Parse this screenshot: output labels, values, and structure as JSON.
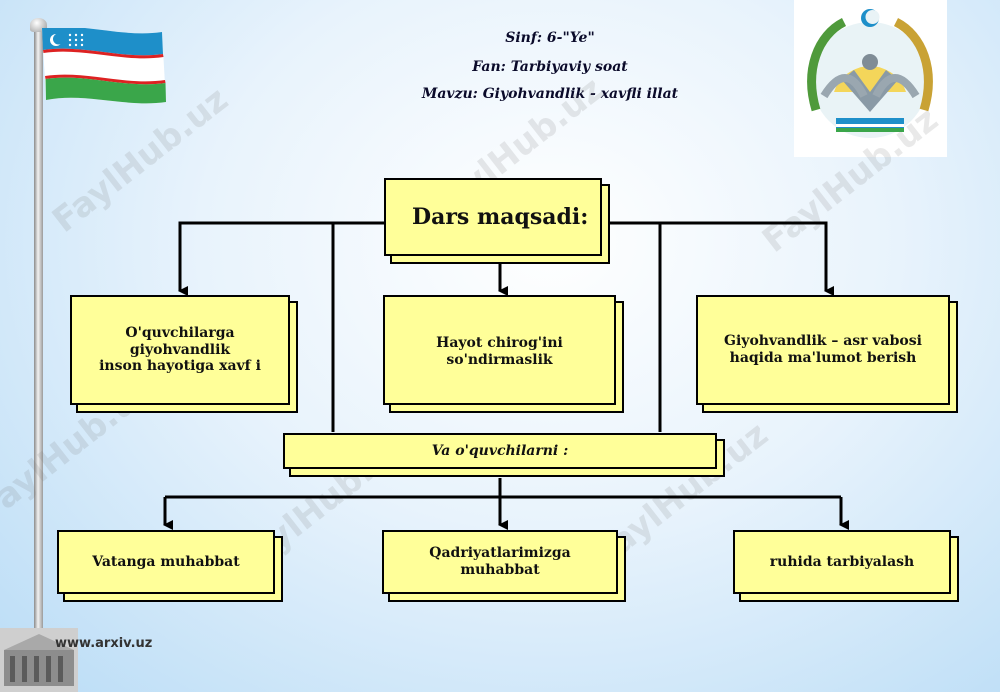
{
  "header": {
    "class_line": "Sinf: 6-\"Ye\"",
    "subject_line": "Fan: Tarbiyaviy soat",
    "topic_line": "Mavzu: Giyohvandlik  - xavfli illat"
  },
  "diagram": {
    "root": "Dars maqsadi:",
    "goals": [
      "O'quvchilarga\n giyohvandlik\ninson hayotiga xavf i",
      "Hayot  chirog'ini\nso'ndirmaslik",
      "Giyohvandlik – asr vabosi\nhaqida ma'lumot berish"
    ],
    "middle": "Va o'quvchilarni :",
    "outcomes": [
      "Vatanga muhabbat",
      "Qadriyatlarimizga\nmuhabbat",
      "ruhida tarbiyalash"
    ]
  },
  "watermark": "FaylHub.uz",
  "footer": {
    "site": "www.arxiv.uz"
  },
  "colors": {
    "box_fill": "#ffff99",
    "background": "#b9dcf6",
    "line": "#000000"
  },
  "icons": [
    "flag-icon",
    "emblem-icon"
  ]
}
